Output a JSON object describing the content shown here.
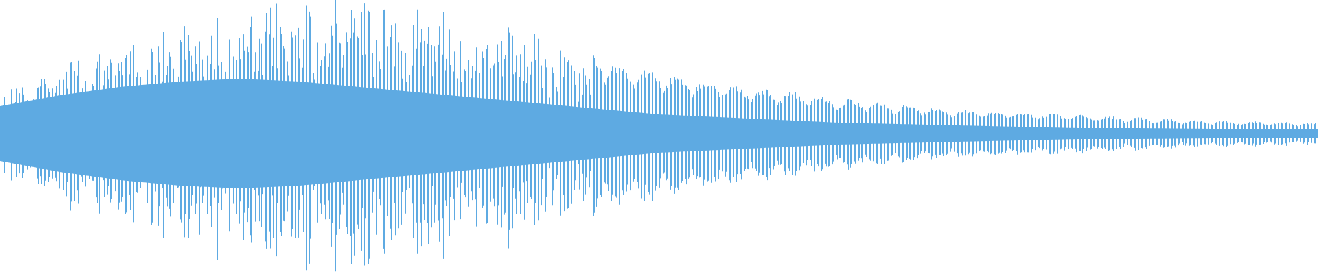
{
  "waveform": {
    "color": "#5eaae2",
    "background": "#ffffff",
    "style": "vertical peak lines, mirrored around center",
    "envelope_samples": [
      0.17,
      0.26,
      0.34,
      0.41,
      0.47,
      0.51,
      0.54,
      0.51,
      0.44,
      0.36,
      0.28,
      0.23,
      0.19,
      0.16,
      0.13,
      0.11,
      0.09,
      0.08,
      0.07,
      0.06,
      0.05,
      0.045,
      0.04
    ],
    "body_samples": [
      0.1,
      0.14,
      0.17,
      0.19,
      0.2,
      0.19,
      0.17,
      0.15,
      0.13,
      0.11,
      0.09,
      0.07,
      0.06,
      0.05,
      0.04,
      0.035,
      0.03,
      0.025,
      0.02,
      0.02,
      0.018,
      0.016,
      0.015
    ]
  }
}
